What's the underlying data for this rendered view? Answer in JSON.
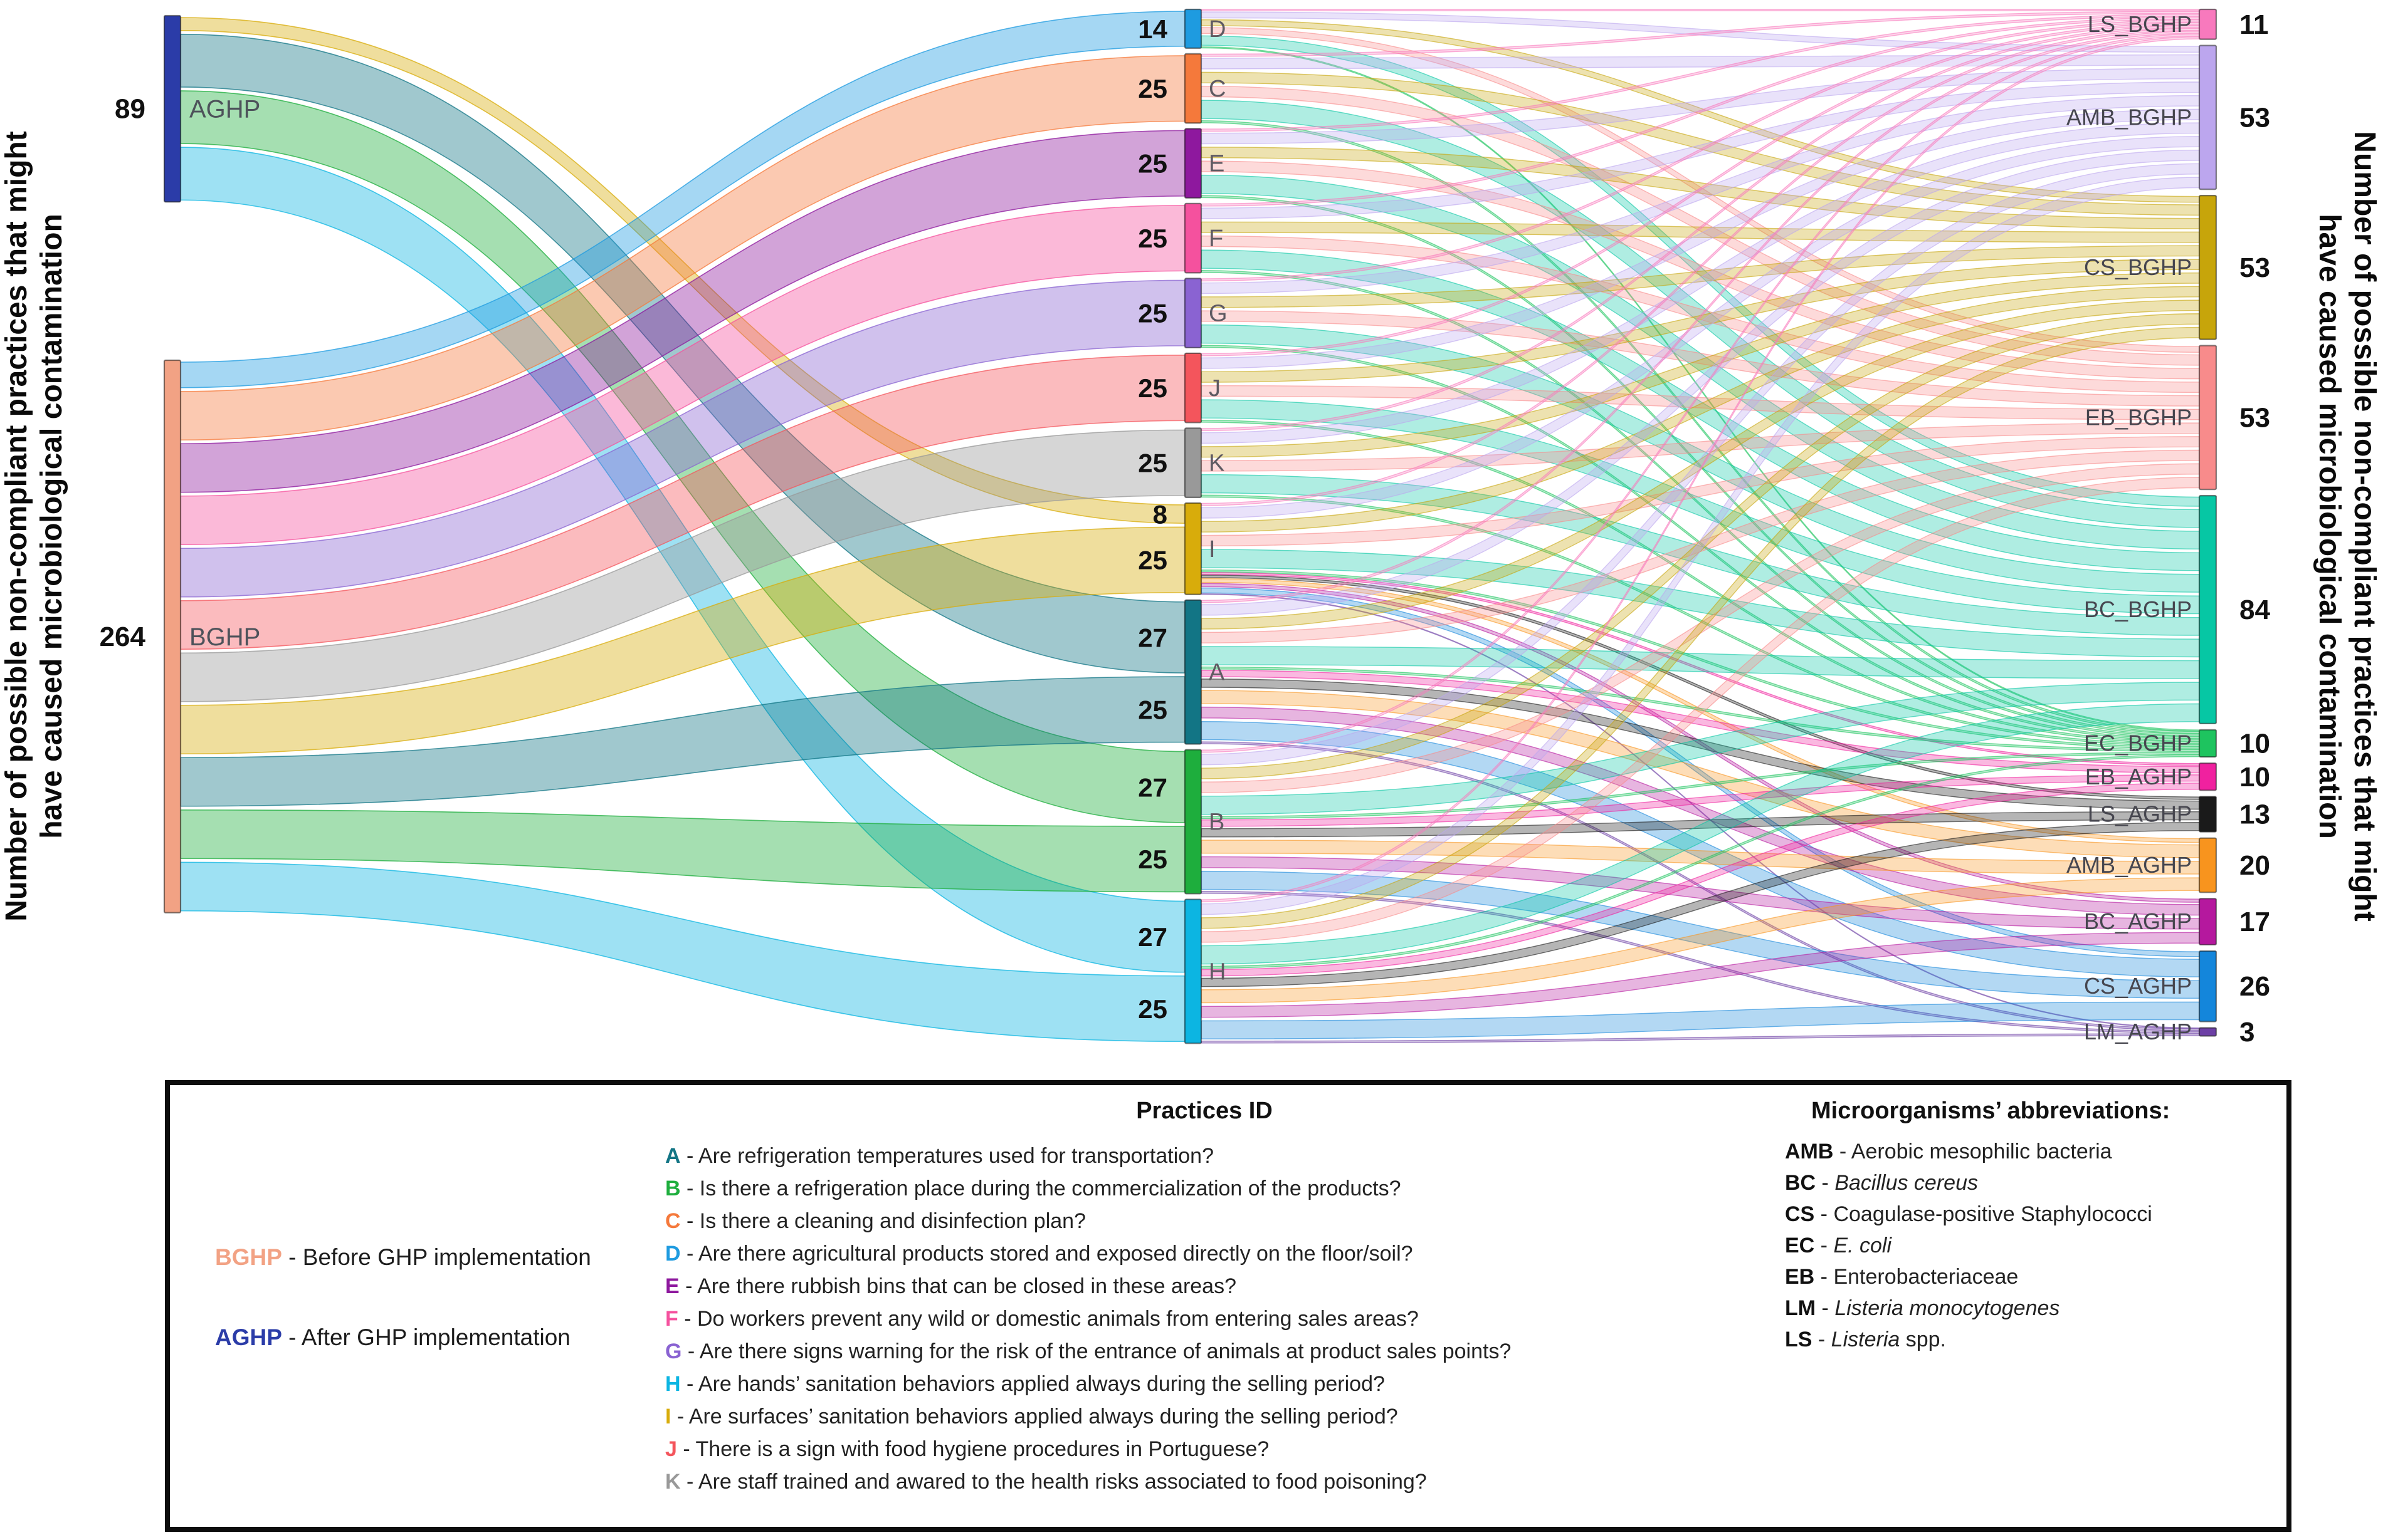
{
  "figure": {
    "left_axis_title_line1": "Number of possible non-compliant practices that might",
    "left_axis_title_line2": "have caused microbiological contamination",
    "right_axis_title_line1": "Number of possible non-compliant practices that might",
    "right_axis_title_line2": "have caused microbiological contamination"
  },
  "chart_data": {
    "type": "sankey",
    "left_nodes": [
      {
        "id": "AGHP",
        "label": "AGHP",
        "value": 89,
        "color": "#2B3CA8"
      },
      {
        "id": "BGHP",
        "label": "BGHP",
        "value": 264,
        "color": "#F2A284"
      }
    ],
    "practice_nodes": [
      {
        "id": "D",
        "value_from_BGHP": 14,
        "value_from_AGHP": 0,
        "color": "#1E9BE0"
      },
      {
        "id": "C",
        "value_from_BGHP": 25,
        "value_from_AGHP": 0,
        "color": "#F5793B"
      },
      {
        "id": "E",
        "value_from_BGHP": 25,
        "value_from_AGHP": 0,
        "color": "#8E189E"
      },
      {
        "id": "F",
        "value_from_BGHP": 25,
        "value_from_AGHP": 0,
        "color": "#F5519E"
      },
      {
        "id": "G",
        "value_from_BGHP": 25,
        "value_from_AGHP": 0,
        "color": "#8A63D2"
      },
      {
        "id": "J",
        "value_from_BGHP": 25,
        "value_from_AGHP": 0,
        "color": "#F4555C"
      },
      {
        "id": "K",
        "value_from_BGHP": 25,
        "value_from_AGHP": 0,
        "color": "#999999"
      },
      {
        "id": "I",
        "value_from_BGHP": 25,
        "value_from_AGHP": 8,
        "color": "#D8AC0B"
      },
      {
        "id": "A",
        "value_from_BGHP": 25,
        "value_from_AGHP": 27,
        "color": "#127585"
      },
      {
        "id": "B",
        "value_from_BGHP": 25,
        "value_from_AGHP": 27,
        "color": "#1EAE3D"
      },
      {
        "id": "H",
        "value_from_BGHP": 25,
        "value_from_AGHP": 27,
        "color": "#0CB5E2"
      }
    ],
    "micro_nodes": [
      {
        "id": "LS_BGHP",
        "value": 11,
        "color": "#F879BD",
        "group": "BGHP"
      },
      {
        "id": "AMB_BGHP",
        "value": 53,
        "color": "#BCA6EE",
        "group": "BGHP"
      },
      {
        "id": "CS_BGHP",
        "value": 53,
        "color": "#C7A50A",
        "group": "BGHP"
      },
      {
        "id": "EB_BGHP",
        "value": 53,
        "color": "#F88B8B",
        "group": "BGHP"
      },
      {
        "id": "BC_BGHP",
        "value": 84,
        "color": "#06C7A4",
        "group": "BGHP"
      },
      {
        "id": "EC_BGHP",
        "value": 10,
        "color": "#1EC45F",
        "group": "BGHP"
      },
      {
        "id": "EB_AGHP",
        "value": 10,
        "color": "#F0219F",
        "group": "AGHP"
      },
      {
        "id": "LS_AGHP",
        "value": 13,
        "color": "#1A1A1A",
        "group": "AGHP"
      },
      {
        "id": "AMB_AGHP",
        "value": 20,
        "color": "#F8941E",
        "group": "AGHP"
      },
      {
        "id": "BC_AGHP",
        "value": 17,
        "color": "#B5189E",
        "group": "AGHP"
      },
      {
        "id": "CS_AGHP",
        "value": 26,
        "color": "#1486DB",
        "group": "AGHP"
      },
      {
        "id": "LM_AGHP",
        "value": 3,
        "color": "#6C3FA5",
        "group": "AGHP"
      }
    ],
    "group_totals": {
      "BGHP": 264,
      "AGHP": 89
    }
  },
  "legend": {
    "ghp": [
      {
        "abbr": "BGHP",
        "color": "#F2A284",
        "text": "Before GHP implementation"
      },
      {
        "abbr": "AGHP",
        "color": "#2B3CA8",
        "text": "After GHP implementation"
      }
    ],
    "practices_title": "Practices ID",
    "practices": [
      {
        "id": "A",
        "color": "#127585",
        "text": "Are refrigeration temperatures used for transportation?"
      },
      {
        "id": "B",
        "color": "#1EAE3D",
        "text": "Is there a refrigeration place during the commercialization of the products?"
      },
      {
        "id": "C",
        "color": "#F5793B",
        "text": "Is there a cleaning and disinfection plan?"
      },
      {
        "id": "D",
        "color": "#1E9BE0",
        "text": "Are there agricultural products stored and exposed directly on the floor/soil?"
      },
      {
        "id": "E",
        "color": "#8E189E",
        "text": "Are there rubbish bins that can be closed in these areas?"
      },
      {
        "id": "F",
        "color": "#F5519E",
        "text": "Do workers prevent any wild or domestic animals from entering sales areas?"
      },
      {
        "id": "G",
        "color": "#8A63D2",
        "text": "Are there signs warning for the risk of the entrance of animals at product sales points?"
      },
      {
        "id": "H",
        "color": "#0CB5E2",
        "text": "Are hands’ sanitation behaviors applied always during the selling period?"
      },
      {
        "id": "I",
        "color": "#D8AC0B",
        "text": "Are surfaces’ sanitation behaviors applied always during the selling period?"
      },
      {
        "id": "J",
        "color": "#F4555C",
        "text": "There is a sign with food hygiene procedures in Portuguese?"
      },
      {
        "id": "K",
        "color": "#999999",
        "text": "Are staff trained and awared to the health risks associated to food poisoning?"
      }
    ],
    "micro_title": "Microorganisms’ abbreviations:",
    "micros": [
      {
        "abbr": "AMB",
        "italic": "",
        "plain": "Aerobic mesophilic bacteria"
      },
      {
        "abbr": "BC",
        "italic": "Bacillus cereus",
        "plain": ""
      },
      {
        "abbr": "CS",
        "italic": "",
        "plain": "Coagulase-positive Staphylococci"
      },
      {
        "abbr": "EC",
        "italic": "E. coli",
        "plain": ""
      },
      {
        "abbr": "EB",
        "italic": "",
        "plain": "Enterobacteriaceae"
      },
      {
        "abbr": "LM",
        "italic": "Listeria monocytogenes",
        "plain": ""
      },
      {
        "abbr": "LS",
        "italic": "Listeria",
        "plain": " spp."
      }
    ]
  }
}
